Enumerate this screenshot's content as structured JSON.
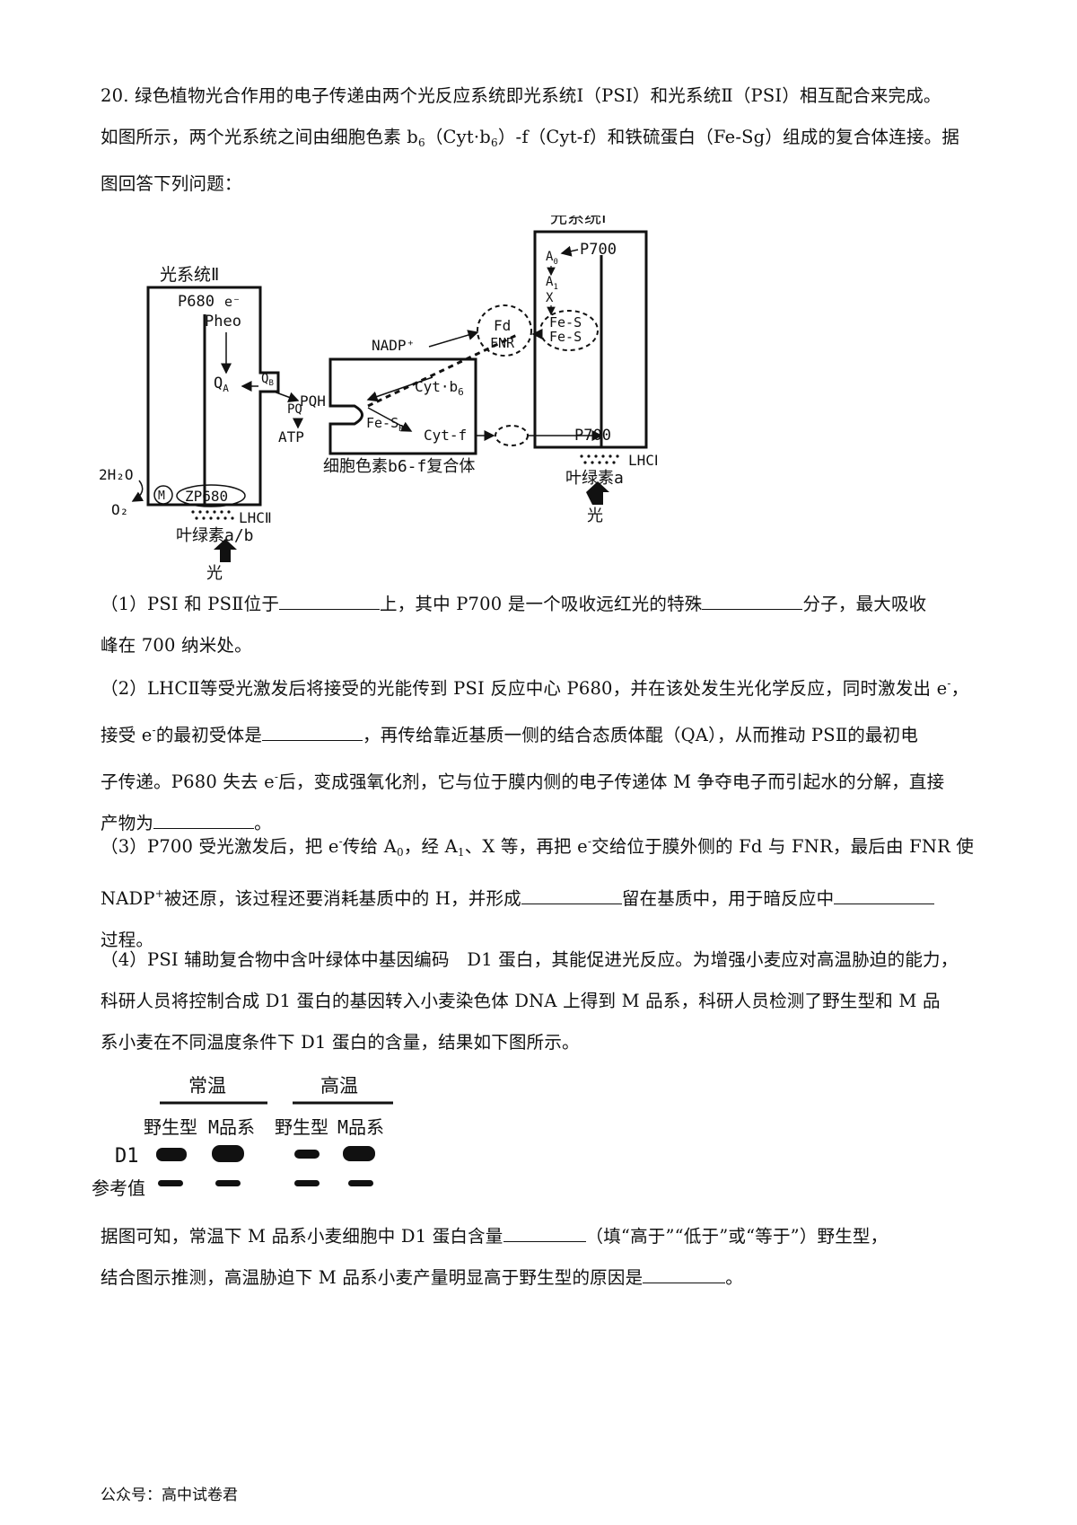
{
  "question": {
    "intro": {
      "l1": "20. 绿色植物光合作用的电子传递由两个光反应系统即光系统Ⅰ（PSI）和光系统Ⅱ（PSI）相互配合来完成。",
      "l2a": "如图所示，两个光系统之间由细胞色素 b",
      "l2b": "6",
      "l2c": "（Cyt·b",
      "l2d": "6",
      "l2e": "）-f（Cyt-f）和铁硫蛋白（Fe-Sg）组成的复合体连接。据",
      "l3": "图回答下列问题："
    },
    "q1": {
      "a": "（1）PSI 和 PSⅡ位于",
      "b": "上，其中 P700 是一个吸收远红光的特殊",
      "c": "分子，最大吸收",
      "d": "峰在 700 纳米处。"
    },
    "q2": {
      "a": "（2）LHCⅡ等受光激发后将接受的光能传到 PSI 反应中心 P680，并在该处发生光化学反应，同时激发出 e",
      "sup1": "-",
      "b": "，",
      "c": "接受 e",
      "sup2": "-",
      "d": "的最初受体是",
      "e": "，再传给靠近基质一侧的结合态质体醌（QA），从而推动 PSⅡ的最初电",
      "f": "子传递。P680 失去 e",
      "sup3": "-",
      "g": "后，变成强氧化剂，它与位于膜内侧的电子传递体 M 争夺电子而引起水的分解，直接",
      "h": "产物为",
      "i": "。"
    },
    "q3": {
      "a": "（3）P700 受光激发后，把 e",
      "sup1": "-",
      "b": "传给 A",
      "sub1": "0",
      "c": "，经 A",
      "sub2": "1",
      "d": "、X 等，再把 e",
      "sup2": "-",
      "e": "交给位于膜外侧的 Fd 与 FNR，最后由 FNR 使",
      "f": "NADP",
      "sup3": "+",
      "g": "被还原，该过程还要消耗基质中的 H，并形成",
      "h": "留在基质中，用于暗反应中",
      "i": "过程。"
    },
    "q4": {
      "l1": "（4）PSI 辅助复合物中含叶绿体中基因编码　D1 蛋白，其能促进光反应。为增强小麦应对高温胁迫的能力，",
      "l2": "科研人员将控制合成 D1 蛋白的基因转入小麦染色体 DNA 上得到 M 品系，科研人员检测了野生型和 M 品",
      "l3": "系小麦在不同温度条件下 D1 蛋白的含量，结果如下图所示。",
      "l4a": "据图可知，常温下 M 品系小麦细胞中 D1 蛋白含量",
      "l4b": "（填“高于”“低于”或“等于”）野生型，",
      "l5a": "结合图示推测，高温胁迫下 M 品系小麦产量明显高于野生型的原因是",
      "l5b": "。"
    },
    "diagram": {
      "ps2_title": "光系统Ⅱ",
      "ps1_title": "光系统Ⅰ",
      "p680": "P680",
      "e_minus": "e⁻",
      "pheo": "Pheo",
      "qa": "Q",
      "qa_sub": "A",
      "qb": "Q",
      "qb_sub": "B",
      "pqh": "PQH",
      "pq": "PQ",
      "atp": "ATP",
      "h2o": "2H₂O",
      "o2": "O₂",
      "m": "M",
      "zp680": "ZP680",
      "lhc2": "LHCⅡ",
      "chl_ab": "叶绿素a/b",
      "light1": "光",
      "nadp": "NADP⁺",
      "fd": "Fd",
      "fnr": "FNR",
      "cytb6": "Cyt·b",
      "cytb6_sub": "6",
      "fes_r": "Fe-S",
      "fes_r_sub": "R",
      "cytf": "Cyt-f",
      "complex": "细胞色素b6-f复合体",
      "p700_top": "P700",
      "a0": "A",
      "a0_sub": "0",
      "a1": "A",
      "a1_sub": "1",
      "x": "X",
      "fes1": "Fe-S",
      "fes2": "Fe-S",
      "p700_bottom": "P700",
      "lhc1": "LHCⅠ",
      "chl_a": "叶绿素a",
      "light2": "光"
    },
    "blot": {
      "normal": "常温",
      "high": "高温",
      "wt1": "野生型",
      "m1": "M品系",
      "wt2": "野生型",
      "m2": "M品系",
      "d1": "D1",
      "ref": "参考值"
    }
  },
  "footer": "公众号：高中试卷君"
}
